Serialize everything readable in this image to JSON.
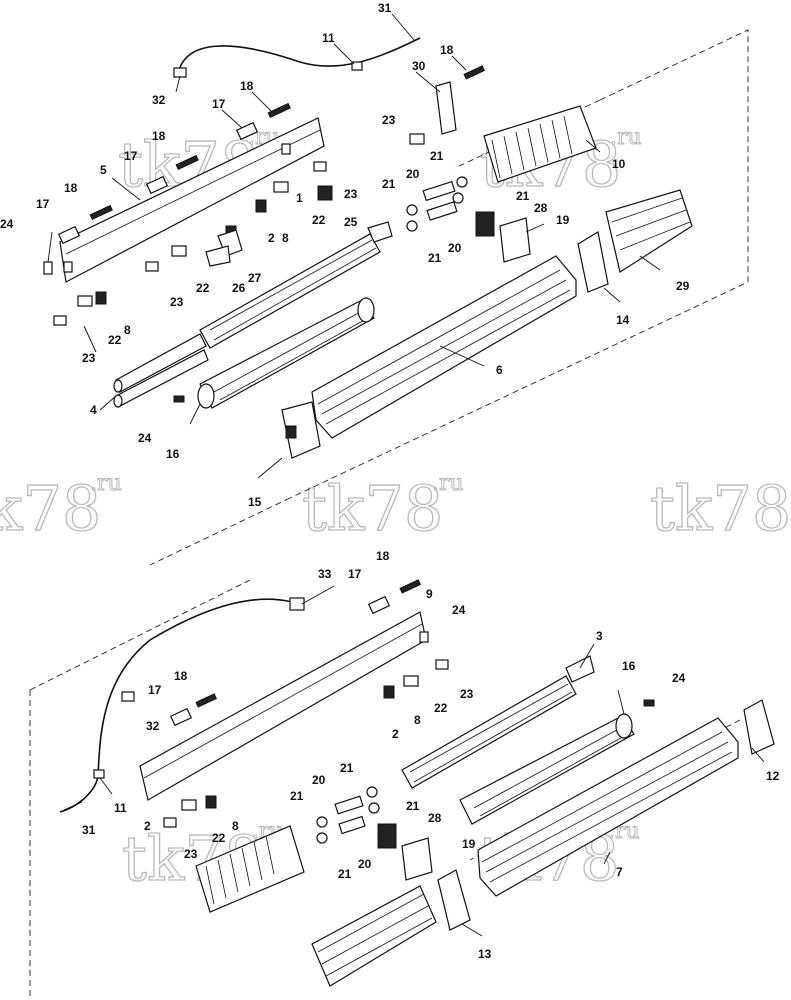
{
  "watermark": {
    "main": "tk78",
    "suffix": ".ru"
  },
  "callouts_top": [
    {
      "id": "t31",
      "label": "31"
    },
    {
      "id": "t11",
      "label": "11"
    },
    {
      "id": "t18a",
      "label": "18"
    },
    {
      "id": "t30",
      "label": "30"
    },
    {
      "id": "t32",
      "label": "32"
    },
    {
      "id": "t18b",
      "label": "18"
    },
    {
      "id": "t17a",
      "label": "17"
    },
    {
      "id": "t23a",
      "label": "23"
    },
    {
      "id": "t17b",
      "label": "17"
    },
    {
      "id": "t18c",
      "label": "18"
    },
    {
      "id": "t5",
      "label": "5"
    },
    {
      "id": "t21a",
      "label": "21"
    },
    {
      "id": "t10",
      "label": "10"
    },
    {
      "id": "t20a",
      "label": "20"
    },
    {
      "id": "t21b",
      "label": "21"
    },
    {
      "id": "t21c",
      "label": "21"
    },
    {
      "id": "t1",
      "label": "1"
    },
    {
      "id": "t23b",
      "label": "23"
    },
    {
      "id": "t17c",
      "label": "17"
    },
    {
      "id": "t18d",
      "label": "18"
    },
    {
      "id": "t22a",
      "label": "22"
    },
    {
      "id": "t25",
      "label": "25"
    },
    {
      "id": "t28a",
      "label": "28"
    },
    {
      "id": "t19a",
      "label": "19"
    },
    {
      "id": "t24a",
      "label": "24"
    },
    {
      "id": "t2a",
      "label": "2"
    },
    {
      "id": "t8a",
      "label": "8"
    },
    {
      "id": "t20b",
      "label": "20"
    },
    {
      "id": "t21d",
      "label": "21"
    },
    {
      "id": "t27",
      "label": "27"
    },
    {
      "id": "t22b",
      "label": "22"
    },
    {
      "id": "t26",
      "label": "26"
    },
    {
      "id": "t23c",
      "label": "23"
    },
    {
      "id": "t29",
      "label": "29"
    },
    {
      "id": "t8b",
      "label": "8"
    },
    {
      "id": "t14",
      "label": "14"
    },
    {
      "id": "t22c",
      "label": "22"
    },
    {
      "id": "t23d",
      "label": "23"
    },
    {
      "id": "t6",
      "label": "6"
    },
    {
      "id": "t4",
      "label": "4"
    },
    {
      "id": "t24b",
      "label": "24"
    },
    {
      "id": "t16a",
      "label": "16"
    },
    {
      "id": "t15",
      "label": "15"
    }
  ],
  "callouts_bottom": [
    {
      "id": "b18a",
      "label": "18"
    },
    {
      "id": "b33",
      "label": "33"
    },
    {
      "id": "b17a",
      "label": "17"
    },
    {
      "id": "b9",
      "label": "9"
    },
    {
      "id": "b24a",
      "label": "24"
    },
    {
      "id": "b3",
      "label": "3"
    },
    {
      "id": "b18b",
      "label": "18"
    },
    {
      "id": "b16",
      "label": "16"
    },
    {
      "id": "b17b",
      "label": "17"
    },
    {
      "id": "b23a",
      "label": "23"
    },
    {
      "id": "b24b",
      "label": "24"
    },
    {
      "id": "b22a",
      "label": "22"
    },
    {
      "id": "b32",
      "label": "32"
    },
    {
      "id": "b8a",
      "label": "8"
    },
    {
      "id": "b2a",
      "label": "2"
    },
    {
      "id": "b12",
      "label": "12"
    },
    {
      "id": "b21a",
      "label": "21"
    },
    {
      "id": "b20a",
      "label": "20"
    },
    {
      "id": "b21b",
      "label": "21"
    },
    {
      "id": "b21c",
      "label": "21"
    },
    {
      "id": "b31",
      "label": "31"
    },
    {
      "id": "b11",
      "label": "11"
    },
    {
      "id": "b28",
      "label": "28"
    },
    {
      "id": "b2b",
      "label": "2"
    },
    {
      "id": "b22b",
      "label": "22"
    },
    {
      "id": "b8b",
      "label": "8"
    },
    {
      "id": "b19",
      "label": "19"
    },
    {
      "id": "b23b",
      "label": "23"
    },
    {
      "id": "b20b",
      "label": "20"
    },
    {
      "id": "b21d",
      "label": "21"
    },
    {
      "id": "b7",
      "label": "7"
    },
    {
      "id": "b13",
      "label": "13"
    }
  ]
}
